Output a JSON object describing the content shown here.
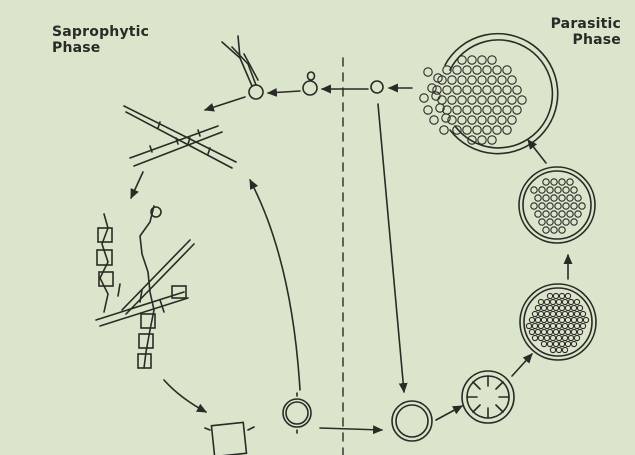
{
  "labels": {
    "saprophytic": [
      "Saprophytic",
      "Phase"
    ],
    "parasitic": [
      "Parasitic",
      "Phase"
    ]
  },
  "colors": {
    "background": "#dbe5cb",
    "ink": "#2a2a26"
  }
}
